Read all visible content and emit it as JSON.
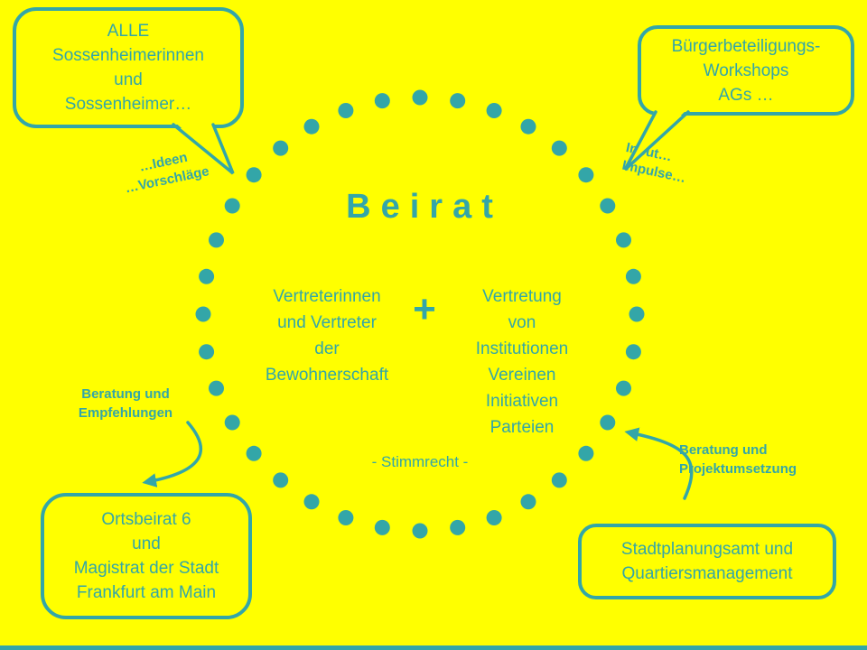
{
  "colors": {
    "background": "#FFFF00",
    "teal": "#33A6A8"
  },
  "title": "Beirat",
  "circle": {
    "left_block": [
      "Vertreterinnen",
      "und Vertreter",
      "der",
      "Bewohnerschaft"
    ],
    "plus": "+",
    "right_block": [
      "Vertretung",
      "von",
      "Institutionen",
      "Vereinen",
      "Initiativen",
      "Parteien"
    ],
    "voting_note": "- Stimmrecht -"
  },
  "callouts": {
    "top_left": [
      "ALLE",
      "Sossenheimerinnen",
      "und",
      "Sossenheimer…"
    ],
    "top_right": [
      "Bürgerbeteiligungs-",
      "Workshops",
      "AGs …"
    ],
    "bottom_left": [
      "Ortsbeirat 6",
      "und",
      "Magistrat der Stadt",
      "Frankfurt am Main"
    ],
    "bottom_right": [
      "Stadtplanungsamt und",
      "Quartiersmanagement"
    ]
  },
  "labels": {
    "ideen_vorschlaege": [
      "…Ideen",
      "…Vorschläge"
    ],
    "input_impulse": [
      "Input…",
      "Impulse…"
    ],
    "beratung_empfehlungen": [
      "Beratung und",
      "Empfehlungen"
    ],
    "beratung_projektumsetzung": [
      "Beratung und",
      "Projektumsetzung"
    ]
  }
}
